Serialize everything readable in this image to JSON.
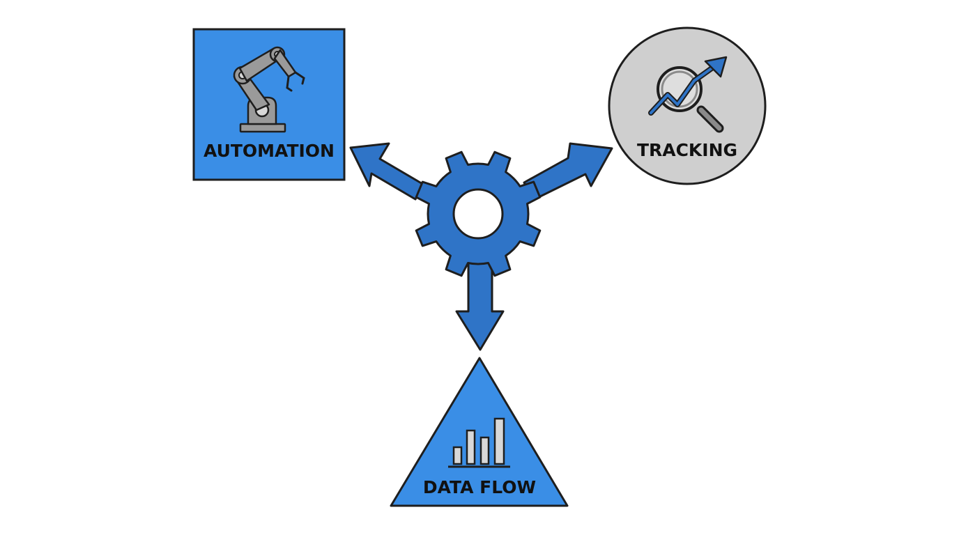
{
  "nodes": {
    "automation": {
      "label": "AUTOMATION",
      "icon": "robot-arm-icon"
    },
    "tracking": {
      "label": "TRACKING",
      "icon": "magnifier-trend-icon"
    },
    "data_flow": {
      "label": "DATA FLOW",
      "icon": "bar-chart-icon"
    }
  },
  "hub": {
    "icon": "gear-icon"
  },
  "colors": {
    "blue": "#3a8ee6",
    "gear_blue": "#2f74c7",
    "gray": "#cfcfcf",
    "outline": "#1e1e1e",
    "icon_gray": "#9a9a9a"
  }
}
